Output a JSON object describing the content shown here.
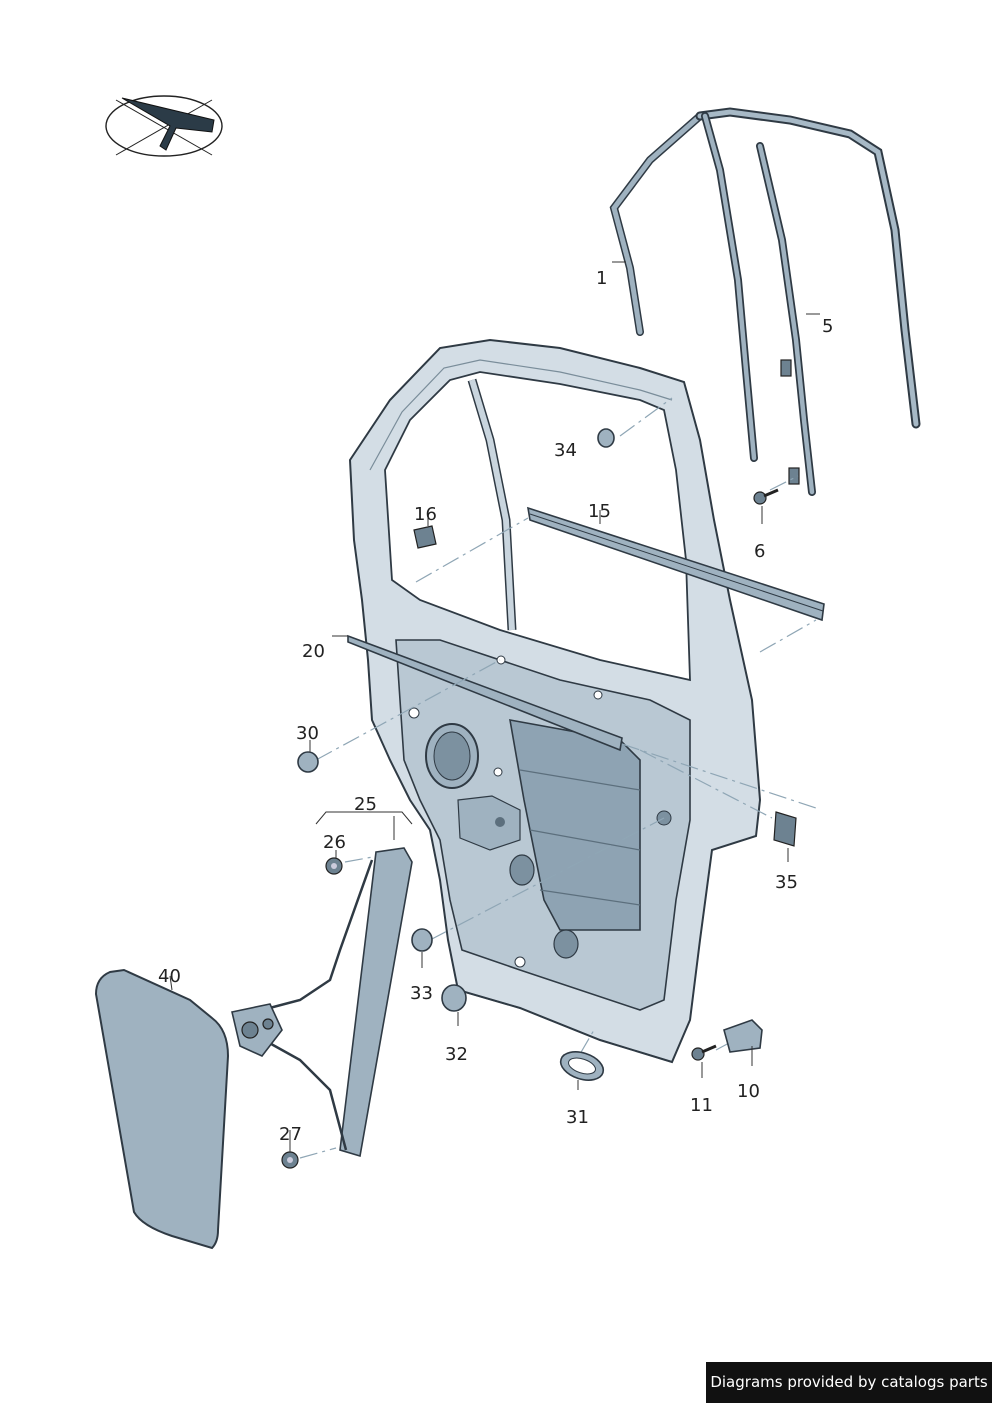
{
  "labels": {
    "p1": "1",
    "p5": "5",
    "p6": "6",
    "p10": "10",
    "p11": "11",
    "p15": "15",
    "p16": "16",
    "p20": "20",
    "p25": "25",
    "p26": "26",
    "p27": "27",
    "p30": "30",
    "p31": "31",
    "p32": "32",
    "p33": "33",
    "p34": "34",
    "p35": "35",
    "p40": "40"
  },
  "footer": {
    "credit": "Diagrams provided by catalogs parts"
  },
  "colors": {
    "part_fill": "#9fb2c0",
    "panel_fill": "#c9d5de",
    "outline": "#2f3a44",
    "leader_dash": "#8fa6b5",
    "credit_background": "#111111"
  },
  "icons": [
    "view-direction-icon"
  ]
}
